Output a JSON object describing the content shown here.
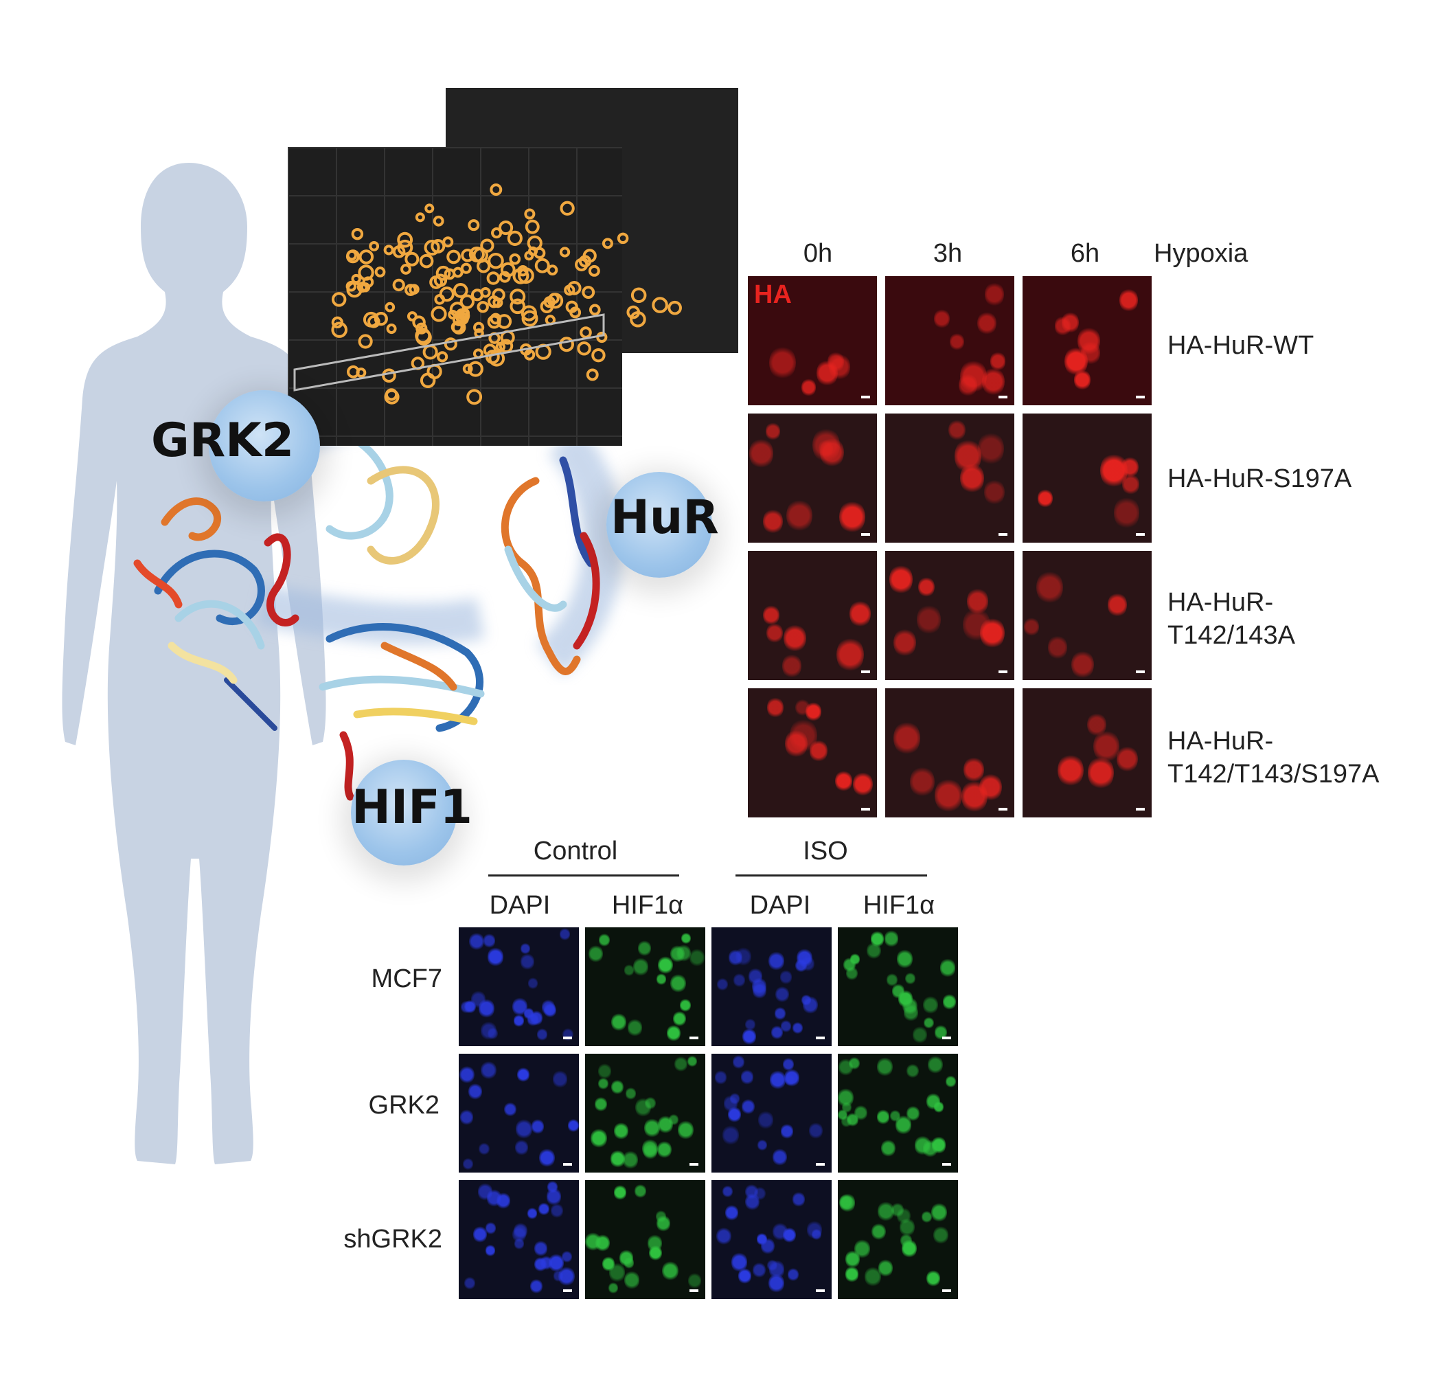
{
  "illustration": {
    "proteins": [
      "GRK2",
      "HuR",
      "HIF1"
    ]
  },
  "hypoxia_figure": {
    "channel_label": "HA",
    "time_points": [
      "0h",
      "3h",
      "6h"
    ],
    "condition_label": "Hypoxia",
    "rows": [
      {
        "line1": "HA-HuR-WT",
        "line2": ""
      },
      {
        "line1": "HA-HuR-S197A",
        "line2": ""
      },
      {
        "line1": "HA-HuR-",
        "line2": "T142/143A"
      },
      {
        "line1": "HA-HuR-",
        "line2": "T142/T143/S197A"
      }
    ],
    "colors": {
      "background": "#2a1214",
      "signal": "#e8231f",
      "label": "#e8231f"
    }
  },
  "iso_figure": {
    "groups": [
      "Control",
      "ISO"
    ],
    "channels": [
      "DAPI",
      "HIF1α",
      "DAPI",
      "HIF1α"
    ],
    "rows": [
      "MCF7",
      "GRK2",
      "shGRK2"
    ],
    "colors": {
      "dapi": "#2a3ae0",
      "hif": "#2fc23f"
    }
  }
}
